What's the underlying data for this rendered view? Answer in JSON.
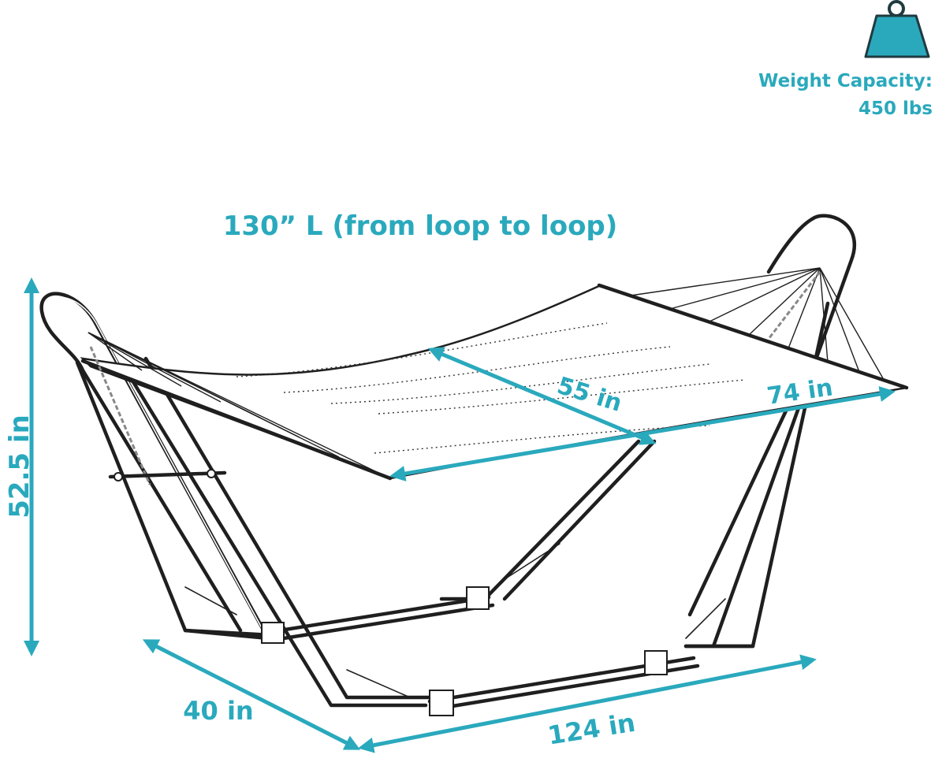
{
  "weight": {
    "title": "Weight Capacity:",
    "value": "450 lbs",
    "icon": "weight-icon"
  },
  "dimensions": {
    "overall_length": "130” L (from loop to loop)",
    "height": "52.5 in",
    "bed_width": "55 in",
    "bed_length": "74 in",
    "base_depth": "40 in",
    "base_length": "124 in"
  },
  "colors": {
    "accent": "#2aa9bd",
    "line": "#1f1f1f"
  }
}
